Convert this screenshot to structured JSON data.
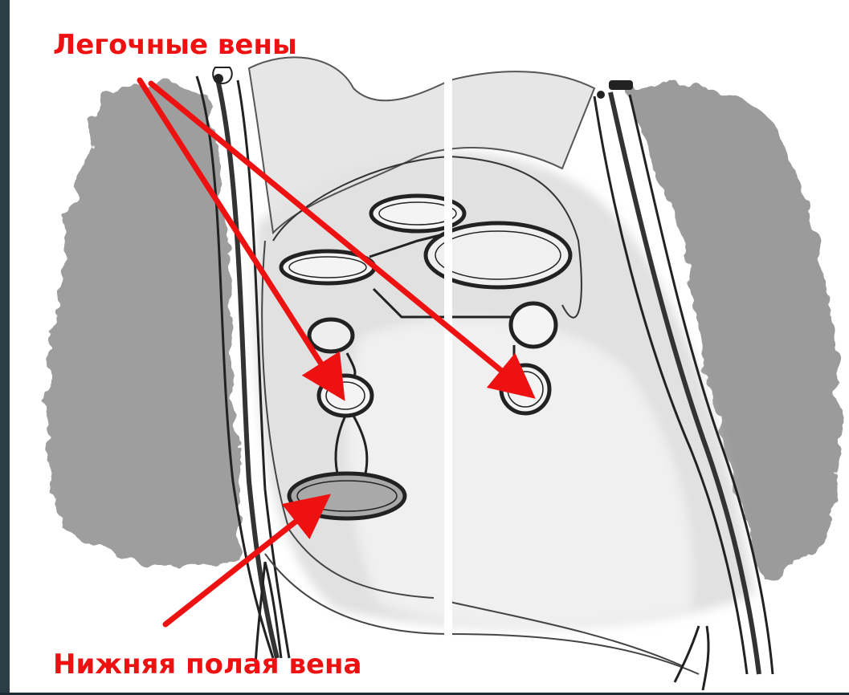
{
  "labels": {
    "pulmonary_veins": "Легочные вены",
    "inferior_vena_cava": "Нижняя полая вена"
  },
  "colors": {
    "label": "#ee1111",
    "arrow": "#ee1111",
    "frame_bar": "#2c3e45"
  },
  "icons": [
    "left-frame-bar",
    "heart-illustration",
    "arrow-icon"
  ]
}
